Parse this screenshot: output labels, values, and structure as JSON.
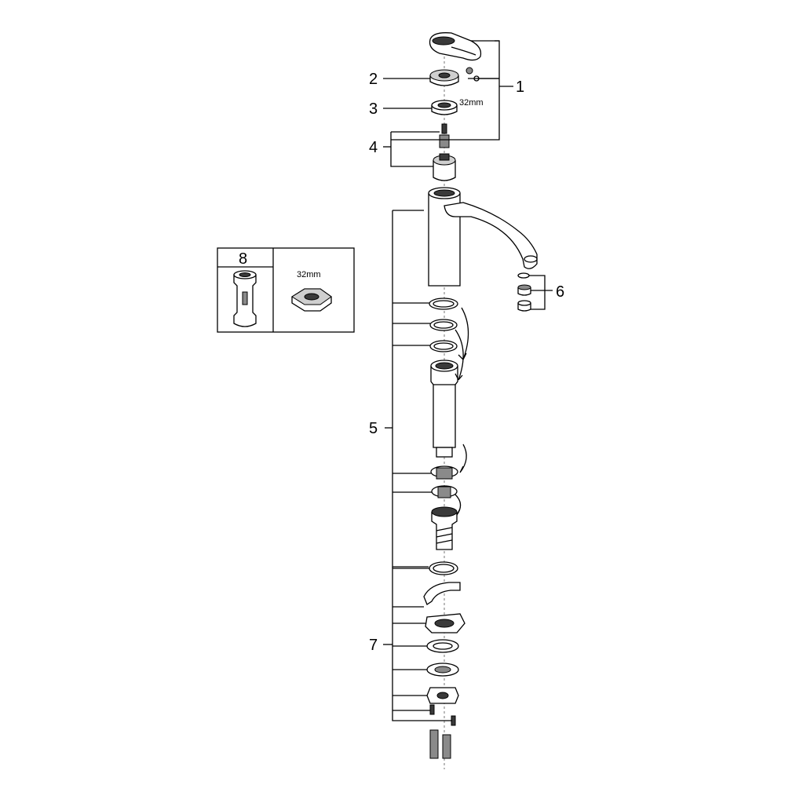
{
  "callouts": {
    "c1": "1",
    "c2": "2",
    "c3": "3",
    "c4": "4",
    "c5": "5",
    "c6": "6",
    "c7": "7",
    "c8": "8"
  },
  "dimensions": {
    "nut_size": "32mm",
    "inset_nut_size": "32mm"
  }
}
